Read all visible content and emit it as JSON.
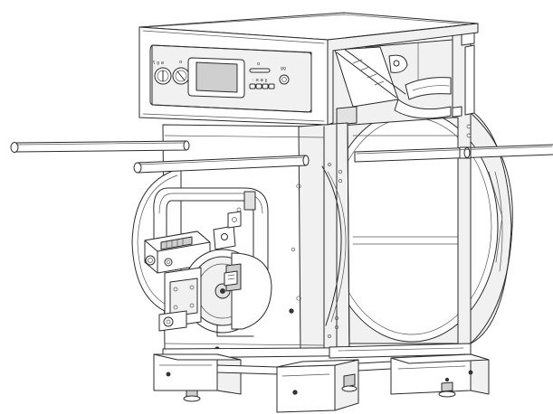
{
  "control_panel": {
    "dial_left_marks": "ʕ ǫ ɞ",
    "dial_right_mark": "ɑ",
    "indicator_mark": "ɑ",
    "button_row_marks": "◦ ɞ ⱷ ɣ",
    "reset_mark": "ǫǫ"
  },
  "colors": {
    "line": "#2b2b2b",
    "screen": "#cfcfcf",
    "panel": "#f1f1f1"
  }
}
